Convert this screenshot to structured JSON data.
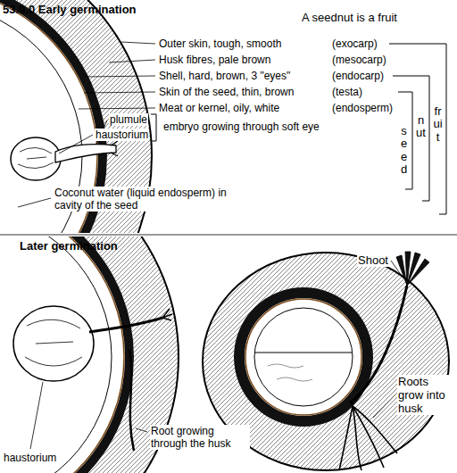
{
  "diagram": {
    "title": "53.9.0  Early germination",
    "labels": [
      "A seednut is a fruit",
      "Outer skin, tough, smooth",
      "(exocarp)",
      "Husk fibres, pale brown",
      "(mesocarp)",
      "Shell, hard, brown, 3 \"eyes\"",
      "(endocarp)",
      "Skin of the seed, thin, brown",
      "(testa)",
      "Meat or kernel, oily, white",
      "(endosperm)",
      "seed",
      "nut",
      "fruit",
      "plumule",
      "haustorium",
      "embryo growing through soft eye",
      "Coconut water (liquid endosperm) in cavity of the seed",
      "Later germination",
      "Shoot",
      "haustorium",
      "Root growing through the husk",
      "Roots grow into husk"
    ]
  }
}
